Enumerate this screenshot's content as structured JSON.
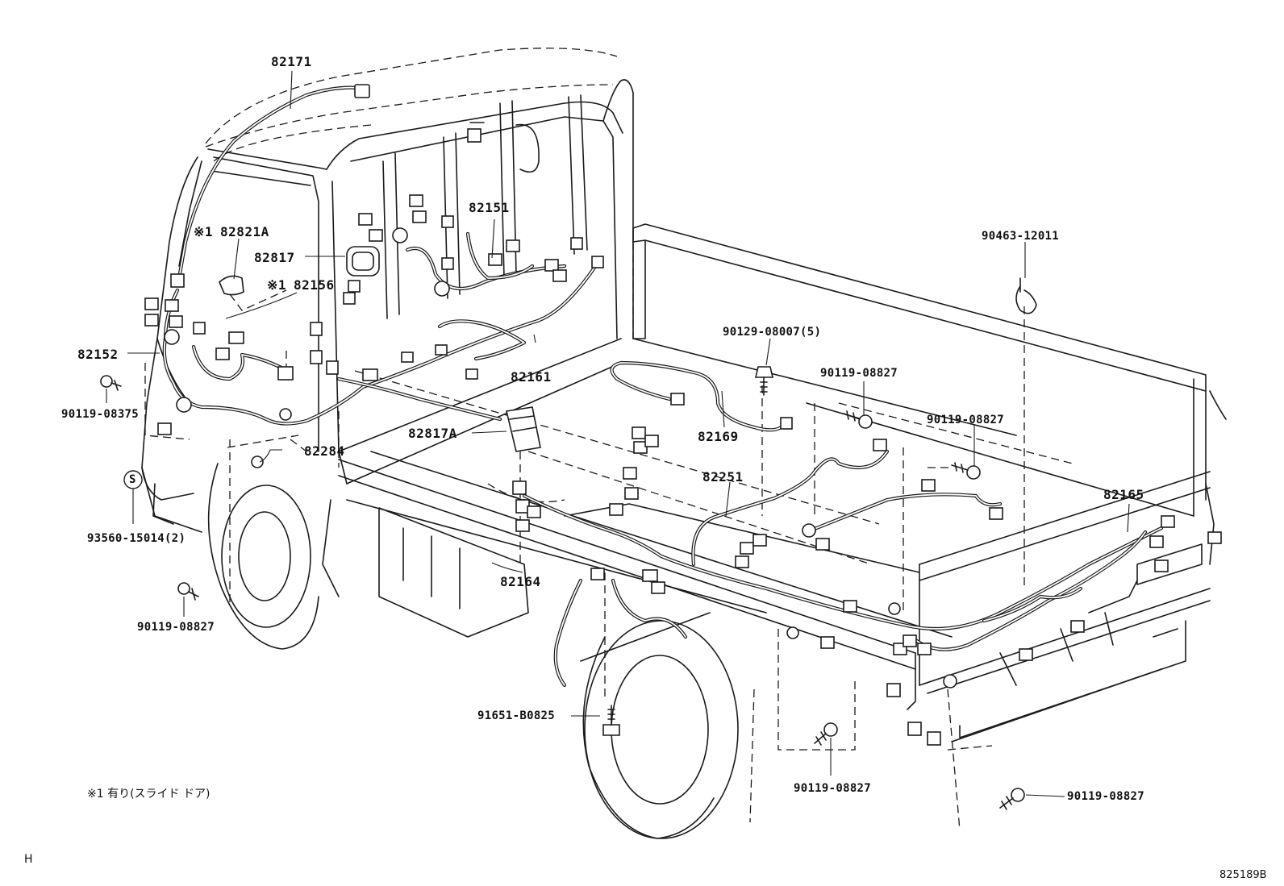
{
  "labels": {
    "p82171": "82171",
    "p82151": "82151",
    "p82821a": "82821A",
    "p82817": "82817",
    "p82156": "82156",
    "p82152": "82152",
    "p90119_08375": "90119-08375",
    "p82161": "82161",
    "p82817a": "82817A",
    "p82284": "82284",
    "p93560": "93560-15014(2)",
    "p90119_left": "90119-08827",
    "p82164": "82164",
    "p91651": "91651-B0825",
    "p90463": "90463-12011",
    "p90129": "90129-08007(5)",
    "p90119_a": "90119-08827",
    "p90119_b": "90119-08827",
    "p82169": "82169",
    "p82251": "82251",
    "p82165": "82165",
    "p90119_c": "90119-08827",
    "p90119_d": "90119-08827"
  },
  "marks": {
    "note_mark": "※1",
    "s_symbol": "S"
  },
  "footnote": "※1 有り(スライド ドア)",
  "corner_letter": "H",
  "drawing_id": "825189B"
}
